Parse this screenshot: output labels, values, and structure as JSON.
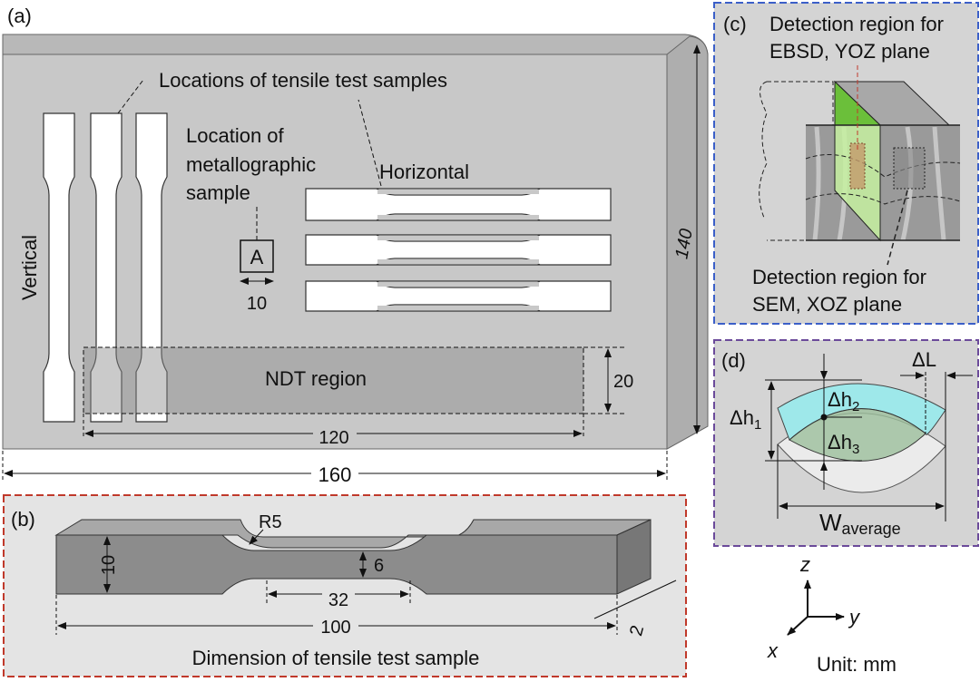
{
  "panel_a": {
    "label": "(a)",
    "locations_label": "Locations of tensile test samples",
    "metallo_label": [
      "Location of",
      "metallographic",
      "sample"
    ],
    "horizontal_label": "Horizontal",
    "vertical_label": "Vertical",
    "sample_box": "A",
    "dim_box": "10",
    "ndt_label": "NDT region",
    "dim_ndt_height": "20",
    "dim_ndt_width": "120",
    "dim_plate_width": "160",
    "dim_plate_height": "140"
  },
  "panel_b": {
    "label": "(b)",
    "radius": "R5",
    "dim_height": "10",
    "dim_narrow": "6",
    "dim_gauge": "32",
    "dim_length": "100",
    "dim_thickness": "2",
    "caption": "Dimension of tensile test sample",
    "border_color": "#c0392b"
  },
  "panel_c": {
    "label": "(c)",
    "ebsd_label": [
      "Detection region for",
      "EBSD, YOZ plane"
    ],
    "sem_label": [
      "Detection region for",
      "SEM, XOZ plane"
    ],
    "border_color": "#3b5fc8"
  },
  "panel_d": {
    "label": "(d)",
    "dh1": "Δh",
    "dh1_sub": "1",
    "dh2": "Δh",
    "dh2_sub": "2",
    "dh3": "Δh",
    "dh3_sub": "3",
    "dl": "ΔL",
    "w": "W",
    "w_sub": "average",
    "border_color": "#6b4a9a"
  },
  "axes": {
    "z": "z",
    "y": "y",
    "x": "x"
  },
  "unit": "Unit: mm"
}
